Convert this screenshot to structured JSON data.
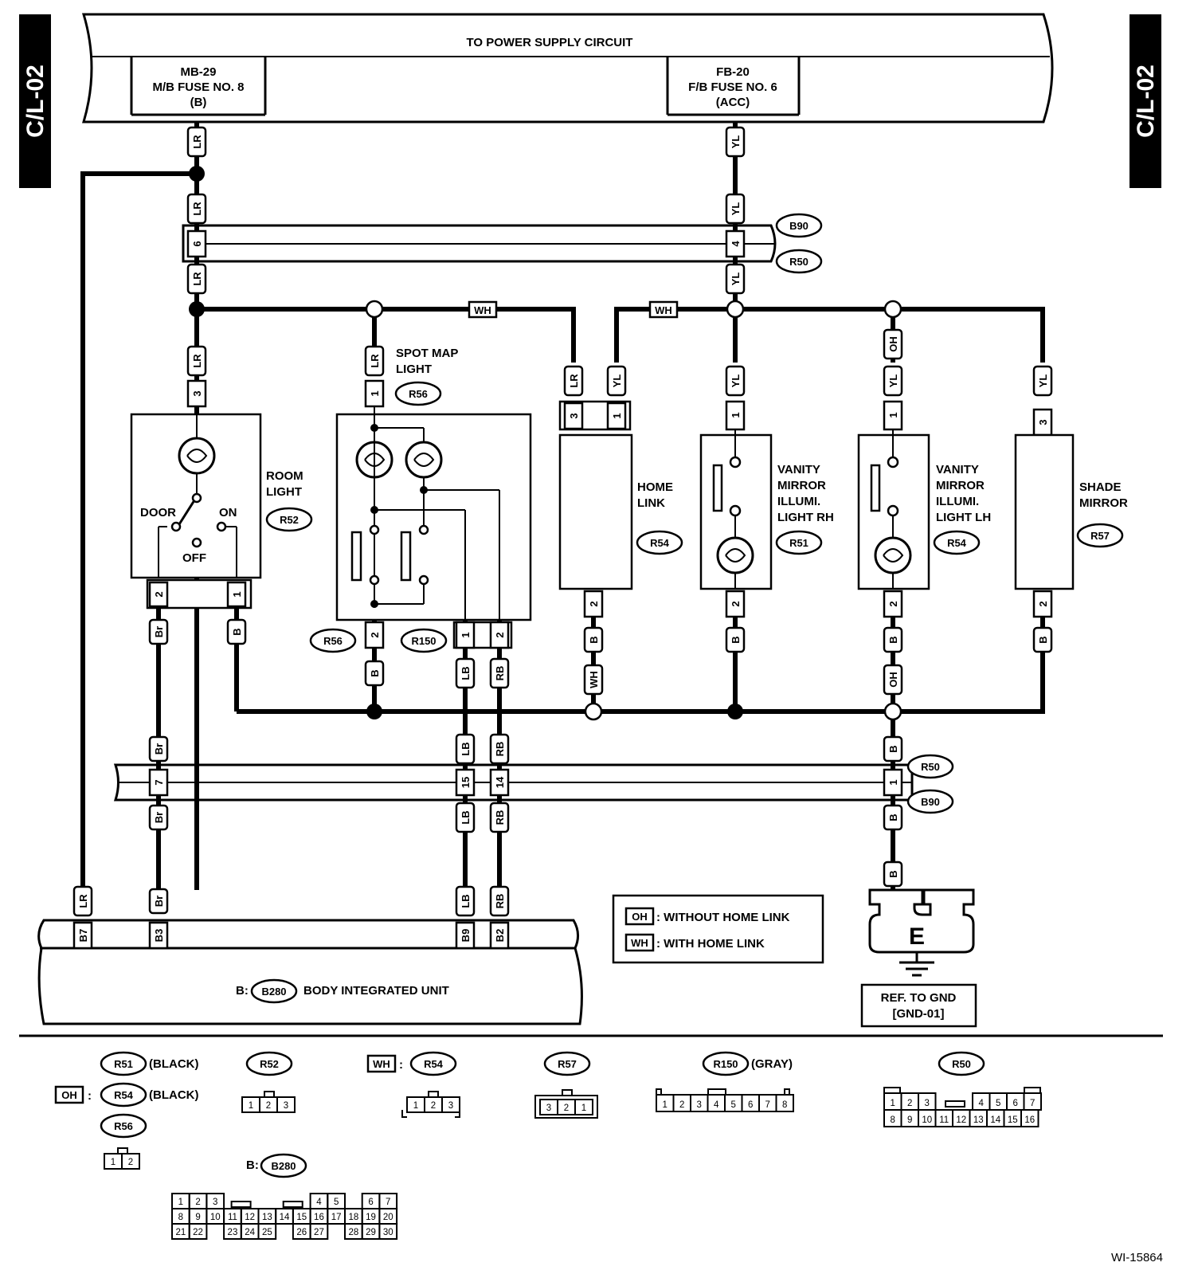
{
  "power_supply": {
    "title": "TO POWER SUPPLY CIRCUIT",
    "mb_fuse": [
      "MB-29",
      "M/B FUSE NO. 8",
      "(B)"
    ],
    "fb_fuse": [
      "FB-20",
      "F/B FUSE NO. 6",
      "(ACC)"
    ]
  },
  "side_tabs": {
    "left": "C/L-02",
    "right": "C/L-02"
  },
  "wires": {
    "LR": "LR",
    "YL": "YL",
    "WH": "WH",
    "OH": "OH",
    "B": "B",
    "Br": "Br",
    "LB": "LB",
    "RB": "RB"
  },
  "pins": {
    "p1": "1",
    "p2": "2",
    "p3": "3",
    "p4": "4",
    "p6": "6",
    "p7": "7",
    "p14": "14",
    "p15": "15"
  },
  "connectors": {
    "B90": "B90",
    "R50": "R50",
    "R56": "R56",
    "R52": "R52",
    "R54": "R54",
    "R51": "R51",
    "R57": "R57",
    "R150": "R150",
    "B280": "B280"
  },
  "components": {
    "room_light": [
      "ROOM",
      "LIGHT"
    ],
    "room_door": "DOOR",
    "room_on": "ON",
    "room_off": "OFF",
    "spot_map": [
      "SPOT MAP",
      "LIGHT"
    ],
    "home_link": [
      "HOME",
      "LINK"
    ],
    "vanity_rh": [
      "VANITY",
      "MIRROR",
      "ILLUMI.",
      "LIGHT RH"
    ],
    "vanity_lh": [
      "VANITY",
      "MIRROR",
      "ILLUMI.",
      "LIGHT LH"
    ],
    "shade_mirror": [
      "SHADE",
      "MIRROR"
    ]
  },
  "body_unit": {
    "prefix": "B:",
    "label": "BODY INTEGRATED UNIT",
    "pins": [
      "B7",
      "B3",
      "B9",
      "B2"
    ]
  },
  "legend": {
    "oh_key": "OH",
    "oh_text": ": WITHOUT HOME LINK",
    "wh_key": "WH",
    "wh_text": ": WITH HOME LINK"
  },
  "ground": {
    "symbol": "E",
    "ref": [
      "REF. TO GND",
      "[GND-01]"
    ]
  },
  "connector_table": {
    "black": "(BLACK)",
    "gray": "(GRAY)",
    "oh": "OH",
    "wh": "WH",
    "colon": ":",
    "b_prefix": "B:",
    "r52_pins": [
      "1",
      "2",
      "3"
    ],
    "r54_pins": [
      "1",
      "2",
      "3"
    ],
    "r57_pins": [
      "3",
      "2",
      "1"
    ],
    "r56_pins": [
      "1",
      "2"
    ],
    "r150_pins": [
      "1",
      "2",
      "3",
      "4",
      "5",
      "6",
      "7",
      "8"
    ],
    "r50_row1": [
      "1",
      "2",
      "3",
      "4",
      "5",
      "6",
      "7"
    ],
    "r50_row2": [
      "8",
      "9",
      "10",
      "11",
      "12",
      "13",
      "14",
      "15",
      "16"
    ],
    "b280_row1": [
      "1",
      "2",
      "3",
      "4",
      "5",
      "6",
      "7"
    ],
    "b280_row2": [
      "8",
      "9",
      "10",
      "11",
      "12",
      "13",
      "14",
      "15",
      "16",
      "17",
      "18",
      "19",
      "20"
    ],
    "b280_row3": [
      "21",
      "22",
      "23",
      "24",
      "25",
      "26",
      "27",
      "28",
      "29",
      "30"
    ]
  },
  "figure_id": "WI-15864"
}
